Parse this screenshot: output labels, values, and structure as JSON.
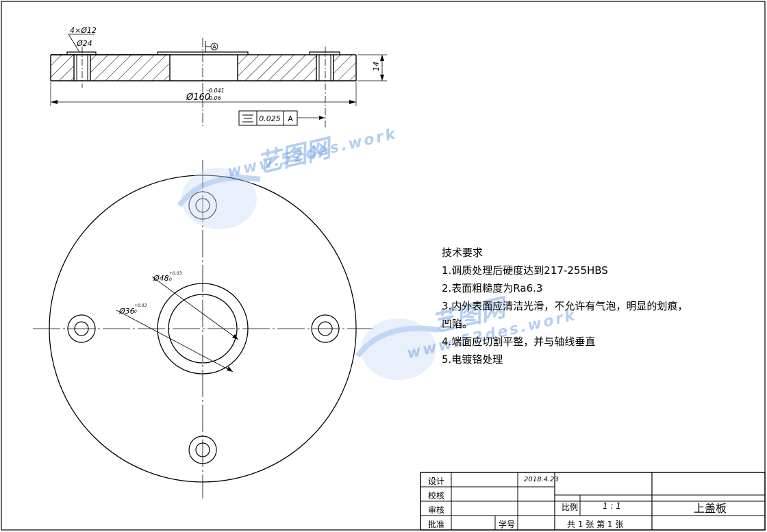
{
  "drawing": {
    "section_view": {
      "hole_callout": "4×Ø12",
      "counterbore_callout": "Ø24",
      "datum_marker": "A",
      "thickness_dim": "14",
      "diameter_dim": "Ø160",
      "diameter_tol_upper": "-0.041",
      "diameter_tol_lower": "-0.06",
      "flatness_tolerance": "0.025",
      "flatness_datum": "A"
    },
    "plan_view": {
      "inner_dim": "Ø48",
      "inner_tol": "+0.03",
      "inner_tol_base": "0",
      "bore_dim": "Ø36",
      "bore_tol": "+0.03",
      "bore_tol_base": "0"
    }
  },
  "technical_requirements": {
    "title": "技术要求",
    "items": [
      "1.调质处理后硬度达到217-255HBS",
      "2.表面粗糙度为Ra6.3",
      "3.内外表面应清洁光滑，不允许有气泡，明显的划痕，",
      "凹陷。",
      "4.端面应切割平整，并与轴线垂直",
      "5.电镀铬处理"
    ]
  },
  "watermark": {
    "brand": "艺图网",
    "url": "www.52des.work",
    "url_partial": "www.52des.work",
    "color": "#7aa7e6"
  },
  "title_block": {
    "design_label": "设计",
    "design_date": "2018.4.23",
    "check_label": "校核",
    "review_label": "审核",
    "approve_label": "批准",
    "student_id_label": "学号",
    "scale_label": "比例",
    "scale_value": "1 : 1",
    "sheets_text": "共 1 张   第 1 张",
    "part_name": "上盖板"
  }
}
